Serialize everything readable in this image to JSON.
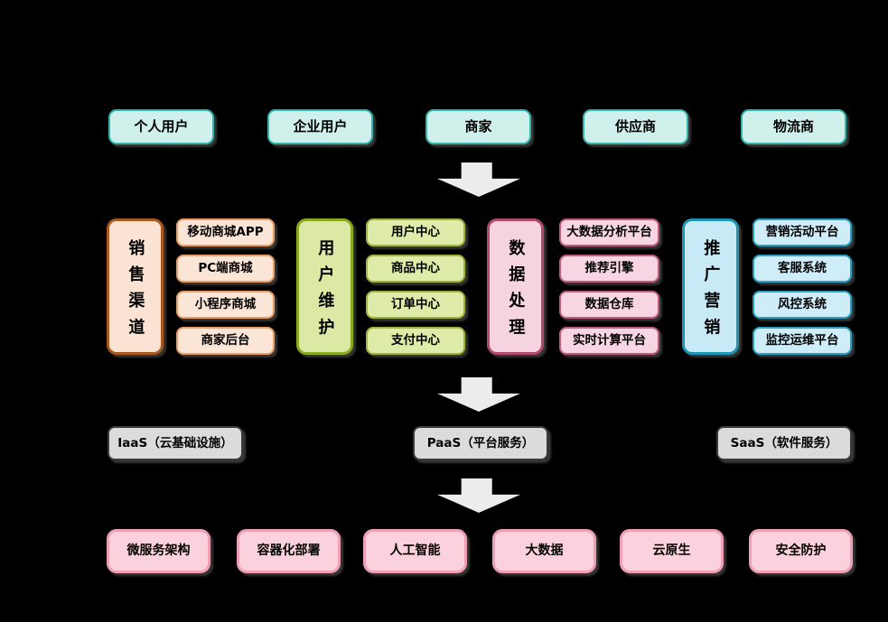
{
  "diagram": {
    "background_color": "#000000",
    "arrow_color": "#ECECEC",
    "arrow_icon": "down-arrow-icon"
  },
  "top_row": [
    "个人用户",
    "企业用户",
    "商家",
    "供应商",
    "物流商"
  ],
  "top_row_style": {
    "fill": "#D0F0EB",
    "border": "#35B3AB"
  },
  "groups": [
    {
      "header": "销售渠道",
      "items": [
        "移动商城APP",
        "PC端商城",
        "小程序商城",
        "商家后台"
      ],
      "header_fill": "#FAE3D3",
      "header_border": "#A9581F",
      "item_fill": "#FBE5D6",
      "item_border": "#ED9D61"
    },
    {
      "header": "用户维护",
      "items": [
        "用户中心",
        "商品中心",
        "订单中心",
        "支付中心"
      ],
      "header_fill": "#DCE9A5",
      "header_border": "#8AA91F",
      "item_fill": "#DFEBA8",
      "item_border": "#9CB43A"
    },
    {
      "header": "数据处理",
      "items": [
        "大数据分析平台",
        "推荐引擎",
        "数据仓库",
        "实时计算平台"
      ],
      "header_fill": "#F6D3E0",
      "header_border": "#AF4A68",
      "item_fill": "#F8D5E2",
      "item_border": "#C05A7E"
    },
    {
      "header": "推广营销",
      "items": [
        "营销活动平台",
        "客服系统",
        "风控系统",
        "监控运维平台"
      ],
      "header_fill": "#C7EAF6",
      "header_border": "#1E95B5",
      "item_fill": "#CEEDF8",
      "item_border": "#28A0C2"
    }
  ],
  "platform_row": [
    "IaaS（云基础设施）",
    "PaaS（平台服务）",
    "SaaS（软件服务）"
  ],
  "platform_style": {
    "fill": "#DBDBDB",
    "border": "#3A3A3A"
  },
  "tech_row": [
    "微服务架构",
    "容器化部署",
    "人工智能",
    "大数据",
    "云原生",
    "安全防护"
  ],
  "tech_style": {
    "fill": "#FBD1DD",
    "border": "#EE9FB4"
  }
}
